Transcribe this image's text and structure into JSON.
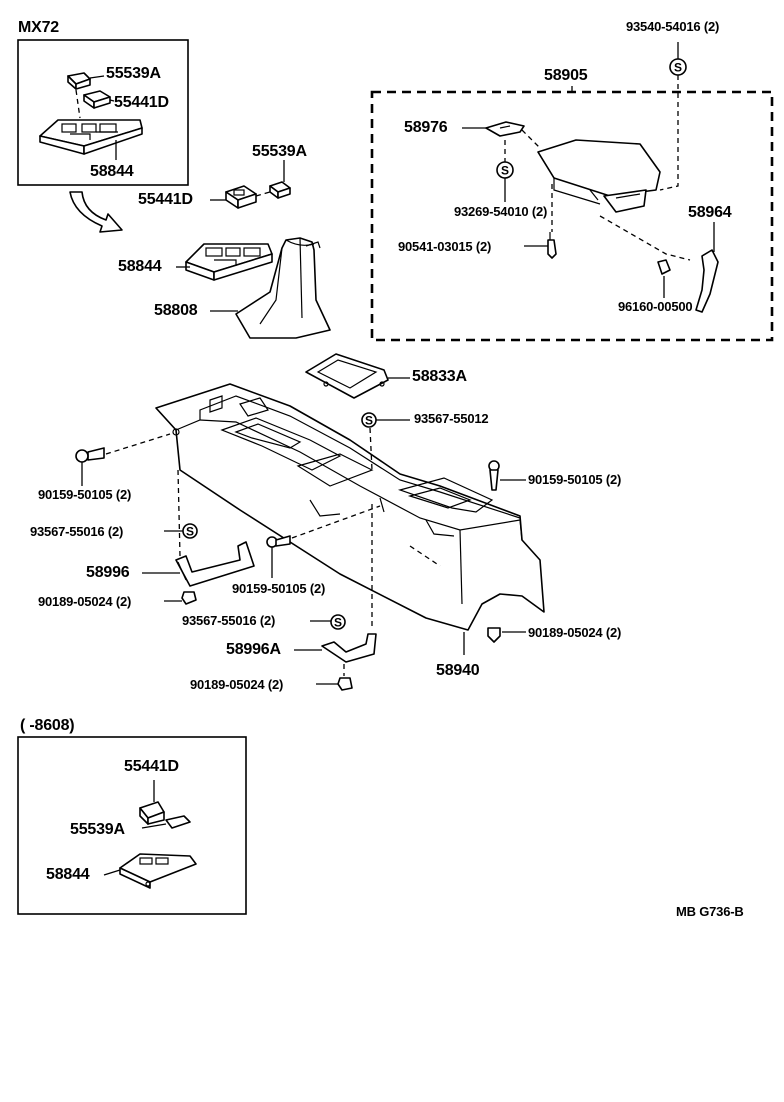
{
  "inset_top_label": "MX72",
  "inset_bottom_label": "(     -8608)",
  "footer_code": "MB  G736-B",
  "clip_symbol": "S",
  "labels": {
    "mx72_55539a": "55539A",
    "mx72_55441d": "55441D",
    "mx72_58844": "58844",
    "p_55539a": "55539A",
    "p_55441d": "55441D",
    "p_58844": "58844",
    "p_58808": "58808",
    "p_58833a": "58833A",
    "p_93567_55012": "93567-55012",
    "p_90159_50105_left": "90159-50105 (2)",
    "p_90159_50105_right": "90159-50105 (2)",
    "p_93567_55016_left": "93567-55016 (2)",
    "p_58996": "58996",
    "p_90159_50105_mid": "90159-50105 (2)",
    "p_90189_05024_left": "90189-05024 (2)",
    "p_93567_55016_mid": "93567-55016 (2)",
    "p_58996a": "58996A",
    "p_90189_05024_bottom": "90189-05024 (2)",
    "p_58940": "58940",
    "p_90189_05024_right": "90189-05024 (2)",
    "p_93540_54016": "93540-54016 (2)",
    "p_58905": "58905",
    "p_58976": "58976",
    "p_93269_54010": "93269-54010 (2)",
    "p_90541_03015": "90541-03015 (2)",
    "p_58964": "58964",
    "p_96160_00500": "96160-00500",
    "b_55441d": "55441D",
    "b_55539a": "55539A",
    "b_58844": "58844"
  }
}
